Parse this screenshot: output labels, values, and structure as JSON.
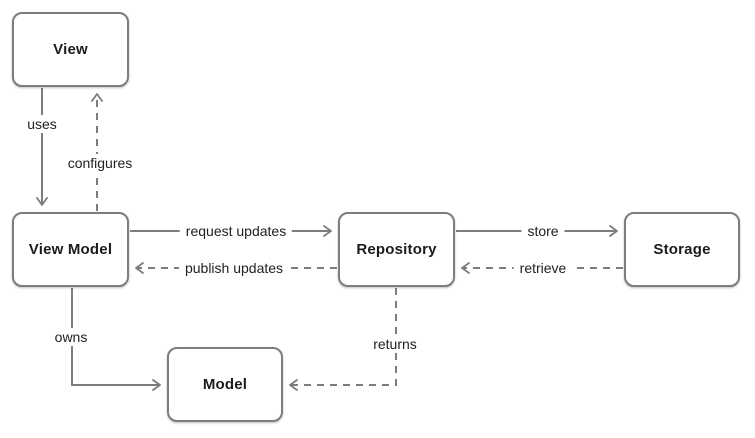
{
  "diagram": {
    "type": "architecture-flow",
    "nodes": [
      {
        "id": "view",
        "label": "View"
      },
      {
        "id": "view-model",
        "label": "View Model"
      },
      {
        "id": "repository",
        "label": "Repository"
      },
      {
        "id": "storage",
        "label": "Storage"
      },
      {
        "id": "model",
        "label": "Model"
      }
    ],
    "edges": [
      {
        "from": "view",
        "to": "view-model",
        "label": "uses",
        "style": "solid"
      },
      {
        "from": "view-model",
        "to": "view",
        "label": "configures",
        "style": "dashed"
      },
      {
        "from": "view-model",
        "to": "repository",
        "label": "request updates",
        "style": "solid"
      },
      {
        "from": "repository",
        "to": "view-model",
        "label": "publish updates",
        "style": "dashed"
      },
      {
        "from": "repository",
        "to": "storage",
        "label": "store",
        "style": "solid"
      },
      {
        "from": "storage",
        "to": "repository",
        "label": "retrieve",
        "style": "dashed"
      },
      {
        "from": "view-model",
        "to": "model",
        "label": "owns",
        "style": "solid"
      },
      {
        "from": "repository",
        "to": "model",
        "label": "returns",
        "style": "dashed"
      }
    ],
    "colors": {
      "line": "#7d7d7d",
      "box_border": "#7d7d7d",
      "text": "#1c1c1c",
      "background": "#ffffff"
    }
  }
}
